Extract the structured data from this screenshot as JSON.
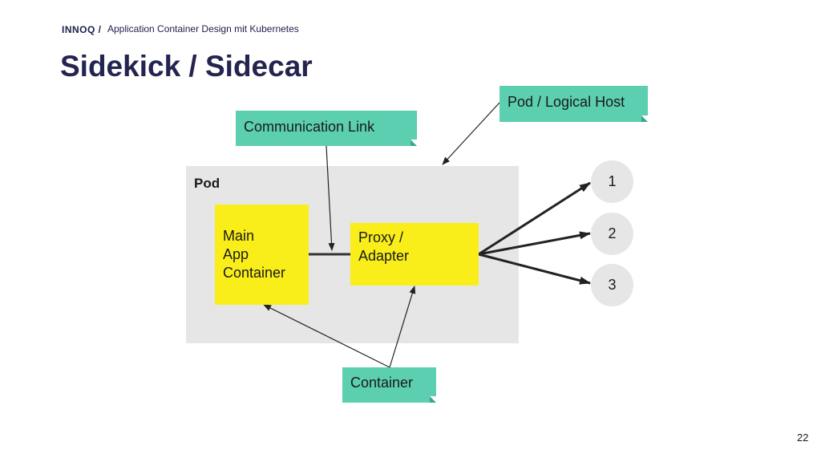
{
  "header": {
    "brand": "INNOQ /",
    "subtitle": "Application Container Design mit Kubernetes"
  },
  "title": "Sidekick / Sidecar",
  "diagram": {
    "pod_label": "Pod",
    "main_app_lines": [
      "Main",
      "App",
      "Container"
    ],
    "proxy_lines": [
      "Proxy /",
      "Adapter"
    ],
    "notes": {
      "communication_link": "Communication Link",
      "pod_logical_host": "Pod / Logical Host",
      "container": "Container"
    },
    "targets": [
      "1",
      "2",
      "3"
    ]
  },
  "colors": {
    "title": "#23244f",
    "container_fill": "#f9ee1a",
    "note_fill": "#5ccfb0",
    "pod_fill": "#e6e6e6"
  },
  "page_number": "22"
}
